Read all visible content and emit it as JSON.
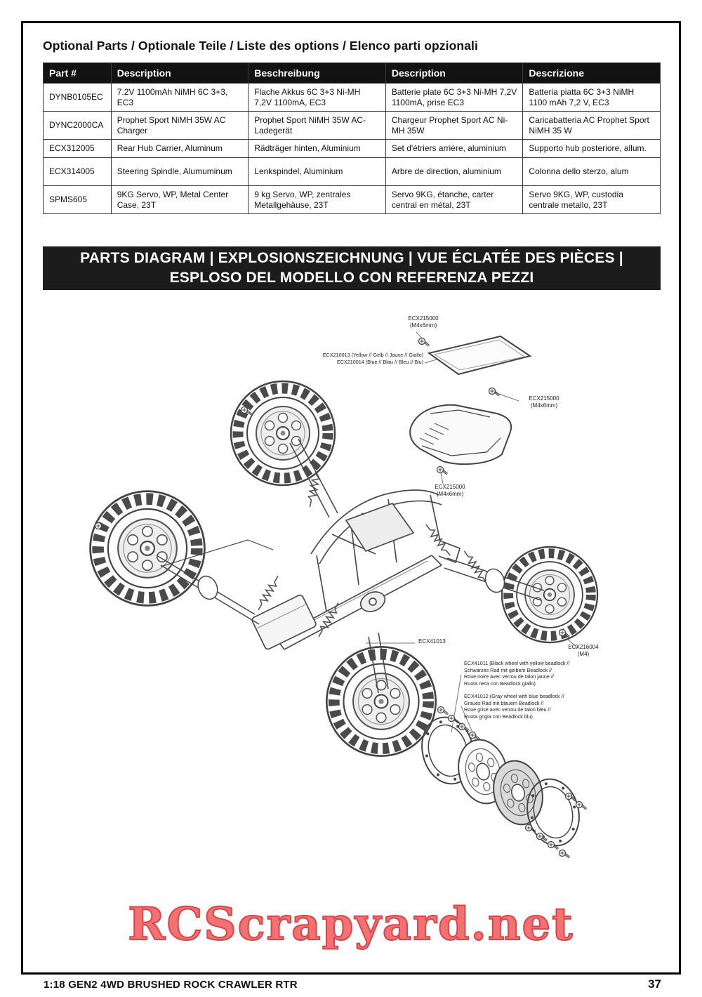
{
  "page": {
    "title": "Optional Parts / Optionale Teile / Liste des options / Elenco parti opzionali",
    "footer_left": "1:18 GEN2 4WD BRUSHED ROCK CRAWLER RTR",
    "page_number": "37",
    "watermark": "RCScrapyard.net"
  },
  "parts_table": {
    "headers": [
      "Part #",
      "Description",
      "Beschreibung",
      "Description",
      "Descrizione"
    ],
    "rows": [
      {
        "part": "DYNB0105EC",
        "en": "7.2V 1100mAh NiMH 6C 3+3, EC3",
        "de": "Flache Akkus 6C 3+3 Ni-MH 7,2V 1100mA, EC3",
        "fr": "Batterie plate 6C 3+3 Ni-MH 7,2V 1100mA, prise EC3",
        "it": "Batteria piatta 6C 3+3 NiMH 1100 mAh 7,2 V, EC3"
      },
      {
        "part": "DYNC2000CA",
        "en": "Prophet Sport NiMH 35W AC Charger",
        "de": "Prophet Sport NiMH 35W AC-Ladegerät",
        "fr": "Chargeur Prophet Sport AC Ni-MH 35W",
        "it": "Caricabatteria AC Prophet Sport NiMH 35 W"
      },
      {
        "part": "ECX312005",
        "en": "Rear Hub Carrier, Aluminum",
        "de": "Rädträger hinten, Aluminium",
        "fr": "Set d'étriers arrière, aluminium",
        "it": "Supporto hub posteriore, allum."
      },
      {
        "part": "ECX314005",
        "en": "Steering Spindle, Alumuminum",
        "de": "Lenkspindel, Aluminium",
        "fr": "Arbre de direction, aluminium",
        "it": "Colonna dello sterzo, alum"
      },
      {
        "part": "SPMS605",
        "en": "9KG Servo, WP, Metal Center Case, 23T",
        "de": "9 kg Servo, WP, zentrales Metallgehäuse, 23T",
        "fr": "Servo 9KG, étanche, carter central en métal, 23T",
        "it": "Servo 9KG, WP, custodia centrale metallo, 23T"
      }
    ]
  },
  "diagram_banner": {
    "line1": "PARTS DIAGRAM | EXPLOSIONSZEICHNUNG | VUE ÉCLATÉE DES PIÈCES |",
    "line2": "ESPLOSO DEL MODELLO CON REFERENZA PEZZI"
  },
  "diagram": {
    "labels": [
      {
        "text": "ECX215000\n(M4x6mm)"
      },
      {
        "text": "ECX210013 (Yellow // Gelb // Jaune // Giallo)\nECX210014 (Blue // Blau // Bleu // Blu)"
      },
      {
        "text": "ECX215000\n(M4x6mm)"
      },
      {
        "text": "ECX215000\n(M4x6mm)"
      },
      {
        "text": "ECX41013"
      },
      {
        "text": "ECX216004\n(M4)"
      },
      {
        "text": "ECX41011 (Black wheel with yellow beadlock //\nSchwarzes Rad mit gelbem Beadlock //\nRoue noire avec verrou de talon jaune //\nRuota nera con Beadlock giallo)"
      },
      {
        "text": "ECX41012 (Gray wheel with blue beadlock //\nGraues Rad mit blauem Beadlock //\nRoue grise avec verrou de talon bleu //\nRuota grigia con Beadlock blu)"
      }
    ]
  }
}
